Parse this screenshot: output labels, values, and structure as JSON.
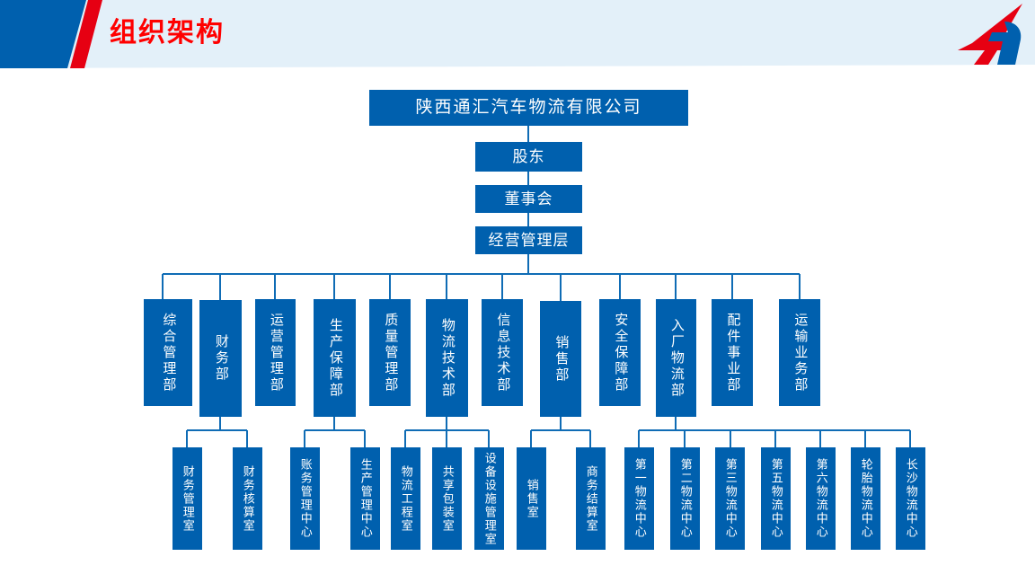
{
  "header": {
    "title": "组织架构",
    "logo_name": "tonghui-logo",
    "accent_blue": "#0060ae",
    "accent_red": "#e60012",
    "title_color": "#ff0000",
    "band_bg": "#e3f0f9"
  },
  "chart_data": {
    "type": "diagram",
    "title": "组织架构",
    "node_fill": "#0060ae",
    "line_color": "#0f6cb5",
    "root": {
      "label": "陕西通汇汽车物流有限公司"
    },
    "spine": [
      {
        "label": "股东"
      },
      {
        "label": "董事会"
      },
      {
        "label": "经营管理层"
      }
    ],
    "departments": [
      {
        "label": "综合管理部",
        "children": []
      },
      {
        "label": "财务部",
        "children": [
          "财务管理室",
          "财务核算室"
        ]
      },
      {
        "label": "运营管理部",
        "children": []
      },
      {
        "label": "生产保障部",
        "children": [
          "账务管理中心",
          "生产管理中心"
        ]
      },
      {
        "label": "质量管理部",
        "children": []
      },
      {
        "label": "物流技术部",
        "children": [
          "物流工程室",
          "共享包装室",
          "设备设施管理室"
        ]
      },
      {
        "label": "信息技术部",
        "children": []
      },
      {
        "label": "销售部",
        "children": [
          "销售室",
          "商务结算室"
        ]
      },
      {
        "label": "安全保障部",
        "children": []
      },
      {
        "label": "入厂物流部",
        "children": [
          "第一物流中心",
          "第二物流中心",
          "第三物流中心",
          "第五物流中心",
          "第六物流中心",
          "轮胎物流中心",
          "长沙物流中心"
        ]
      },
      {
        "label": "配件事业部",
        "children": []
      },
      {
        "label": "运输业务部",
        "children": []
      }
    ],
    "sub_nodes": [
      "财务管理室",
      "财务核算室",
      "账务管理中心",
      "生产管理中心",
      "物流工程室",
      "共享包装室",
      "设备设施管理室",
      "销售室",
      "商务结算室",
      "第一物流中心",
      "第二物流中心",
      "第三物流中心",
      "第五物流中心",
      "第六物流中心",
      "轮胎物流中心",
      "长沙物流中心"
    ]
  }
}
